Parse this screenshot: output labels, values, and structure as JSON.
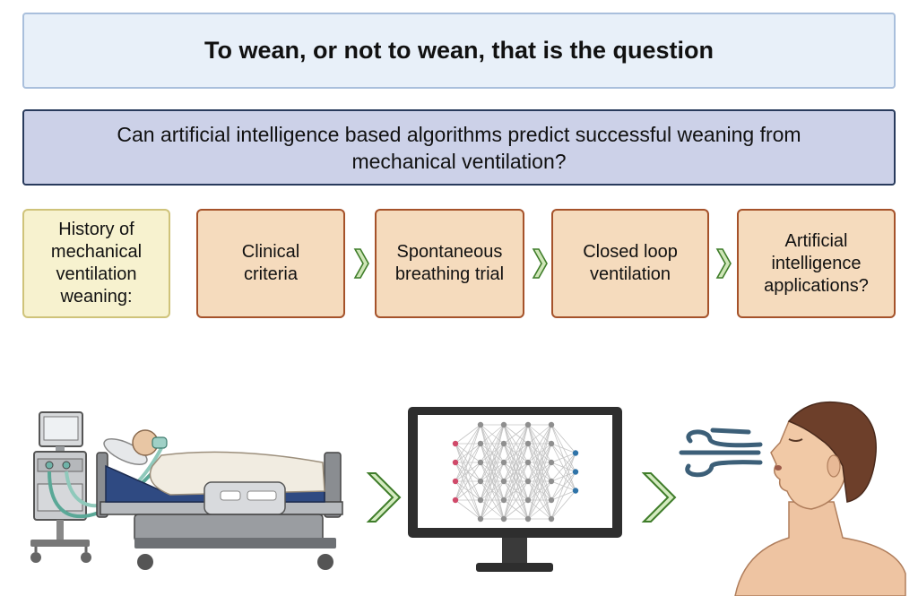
{
  "title": "To wean, or not to wean, that is the question",
  "question": "Can artificial intelligence based algorithms predict successful weaning from mechanical ventilation?",
  "history_label": "History of mechanical ventilation weaning:",
  "steps": [
    {
      "label": "Clinical criteria"
    },
    {
      "label": "Spontaneous breathing trial"
    },
    {
      "label": "Closed loop ventilation"
    },
    {
      "label": "Artificial intelligence applications?"
    }
  ],
  "colors": {
    "title_bg": "#e8f0f9",
    "question_bg": "#ccd1e8",
    "history_bg": "#f7f2cf",
    "step_bg": "#f5dbbd",
    "step_border": "#a5522a",
    "chevron": "#3f7d2a",
    "breath": "#3c5f78"
  },
  "illustrations": [
    "patient-on-ventilator-icon",
    "neural-network-monitor-icon",
    "person-breathing-icon"
  ]
}
